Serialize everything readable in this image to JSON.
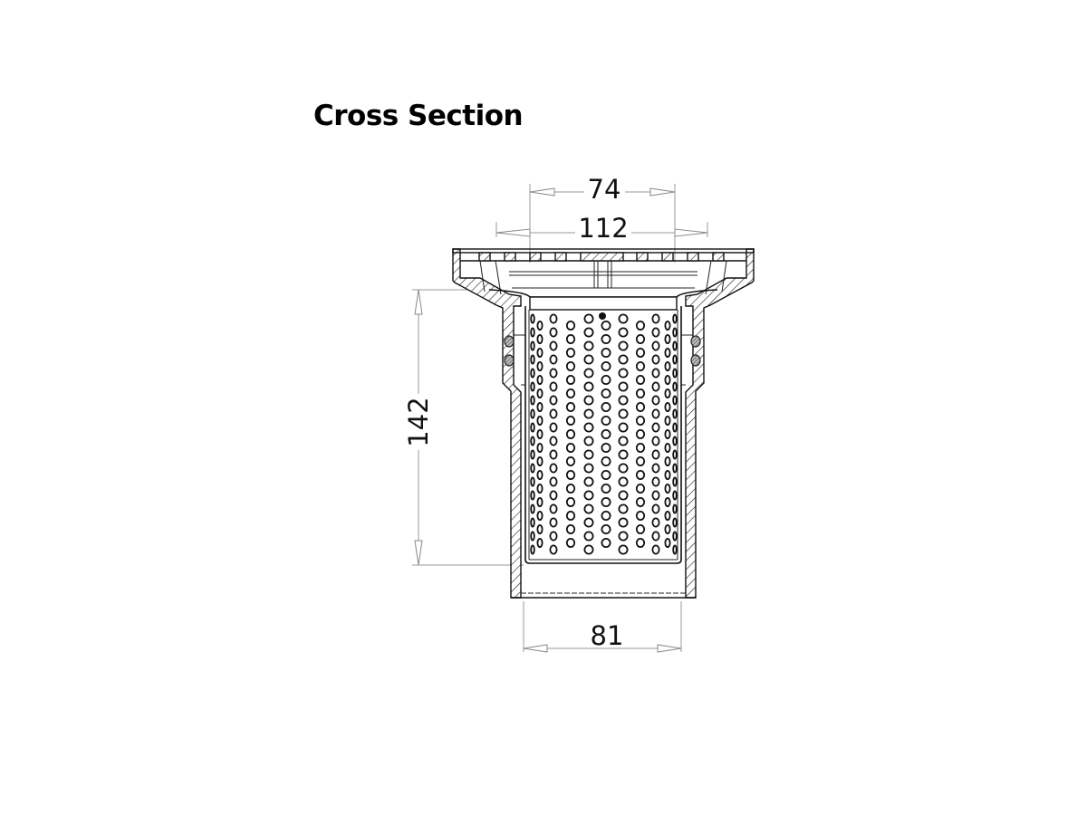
{
  "title": "Cross Section",
  "drawing": {
    "subject": "floor waste outlet with perforated strainer basket",
    "line_color": "#111111",
    "dimension_line_color": "#9a9a9a",
    "background": "#ffffff"
  },
  "dimensions": {
    "top_inner_width": {
      "value": "74",
      "orientation": "horizontal"
    },
    "top_outer_width": {
      "value": "112",
      "orientation": "horizontal"
    },
    "body_height": {
      "value": "142",
      "orientation": "vertical"
    },
    "outlet_width": {
      "value": "81",
      "orientation": "horizontal"
    }
  }
}
